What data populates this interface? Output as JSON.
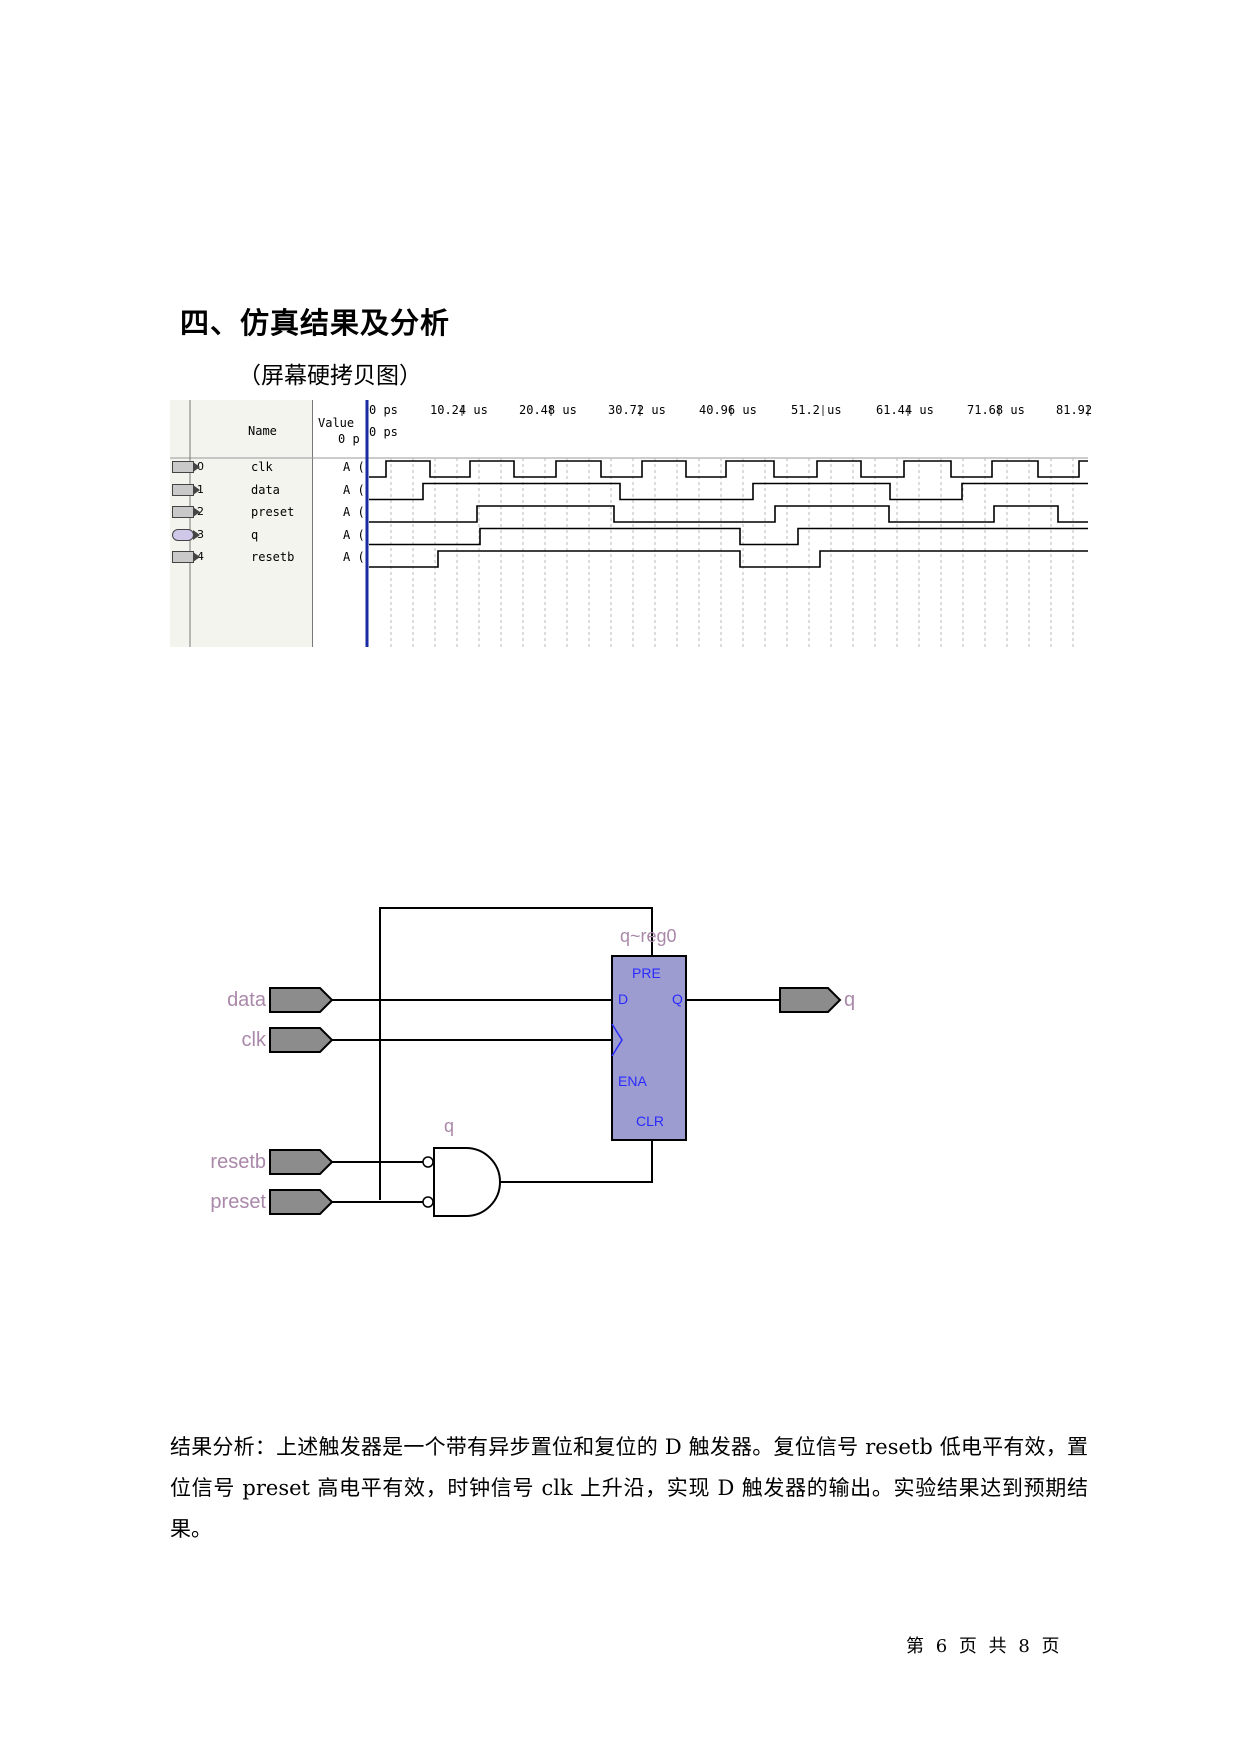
{
  "section_title": "四、仿真结果及分析",
  "subtitle": "（屏幕硬拷贝图）",
  "waveform": {
    "name_header": "Name",
    "value_header": "Value",
    "value_subheader": "0 p",
    "cursor_label": "0 ps",
    "time_labels": [
      "0 ps",
      "10.24 us",
      "20.48 us",
      "30.72 us",
      "40.96 us",
      "51.2 us",
      "61.44 us",
      "71.68 us",
      "81.92"
    ],
    "value_text": "A (",
    "signals": [
      {
        "index": "0",
        "name": "clk",
        "kind": "input"
      },
      {
        "index": "1",
        "name": "data",
        "kind": "input"
      },
      {
        "index": "2",
        "name": "preset",
        "kind": "input"
      },
      {
        "index": "3",
        "name": "q",
        "kind": "output"
      },
      {
        "index": "4",
        "name": "resetb",
        "kind": "input"
      }
    ]
  },
  "schematic": {
    "register_name": "q~reg0",
    "pin_pre": "PRE",
    "pin_d": "D",
    "pin_q": "Q",
    "pin_ena": "ENA",
    "pin_clr": "CLR",
    "gate_label": "q",
    "inputs": [
      "data",
      "clk",
      "resetb",
      "preset"
    ],
    "output": "q",
    "colors": {
      "register_fill": "#9c9cd0",
      "pin_text": "#2a2aff",
      "port_fill": "#8c8c8c",
      "port_text": "#aa88aa"
    }
  },
  "analysis": "结果分析：上述触发器是一个带有异步置位和复位的 D 触发器。复位信号 resetb 低电平有效，置位信号 preset 高电平有效，时钟信号 clk 上升沿，实现 D 触发器的输出。实验结果达到预期结果。",
  "footer": "第 6 页 共 8 页"
}
